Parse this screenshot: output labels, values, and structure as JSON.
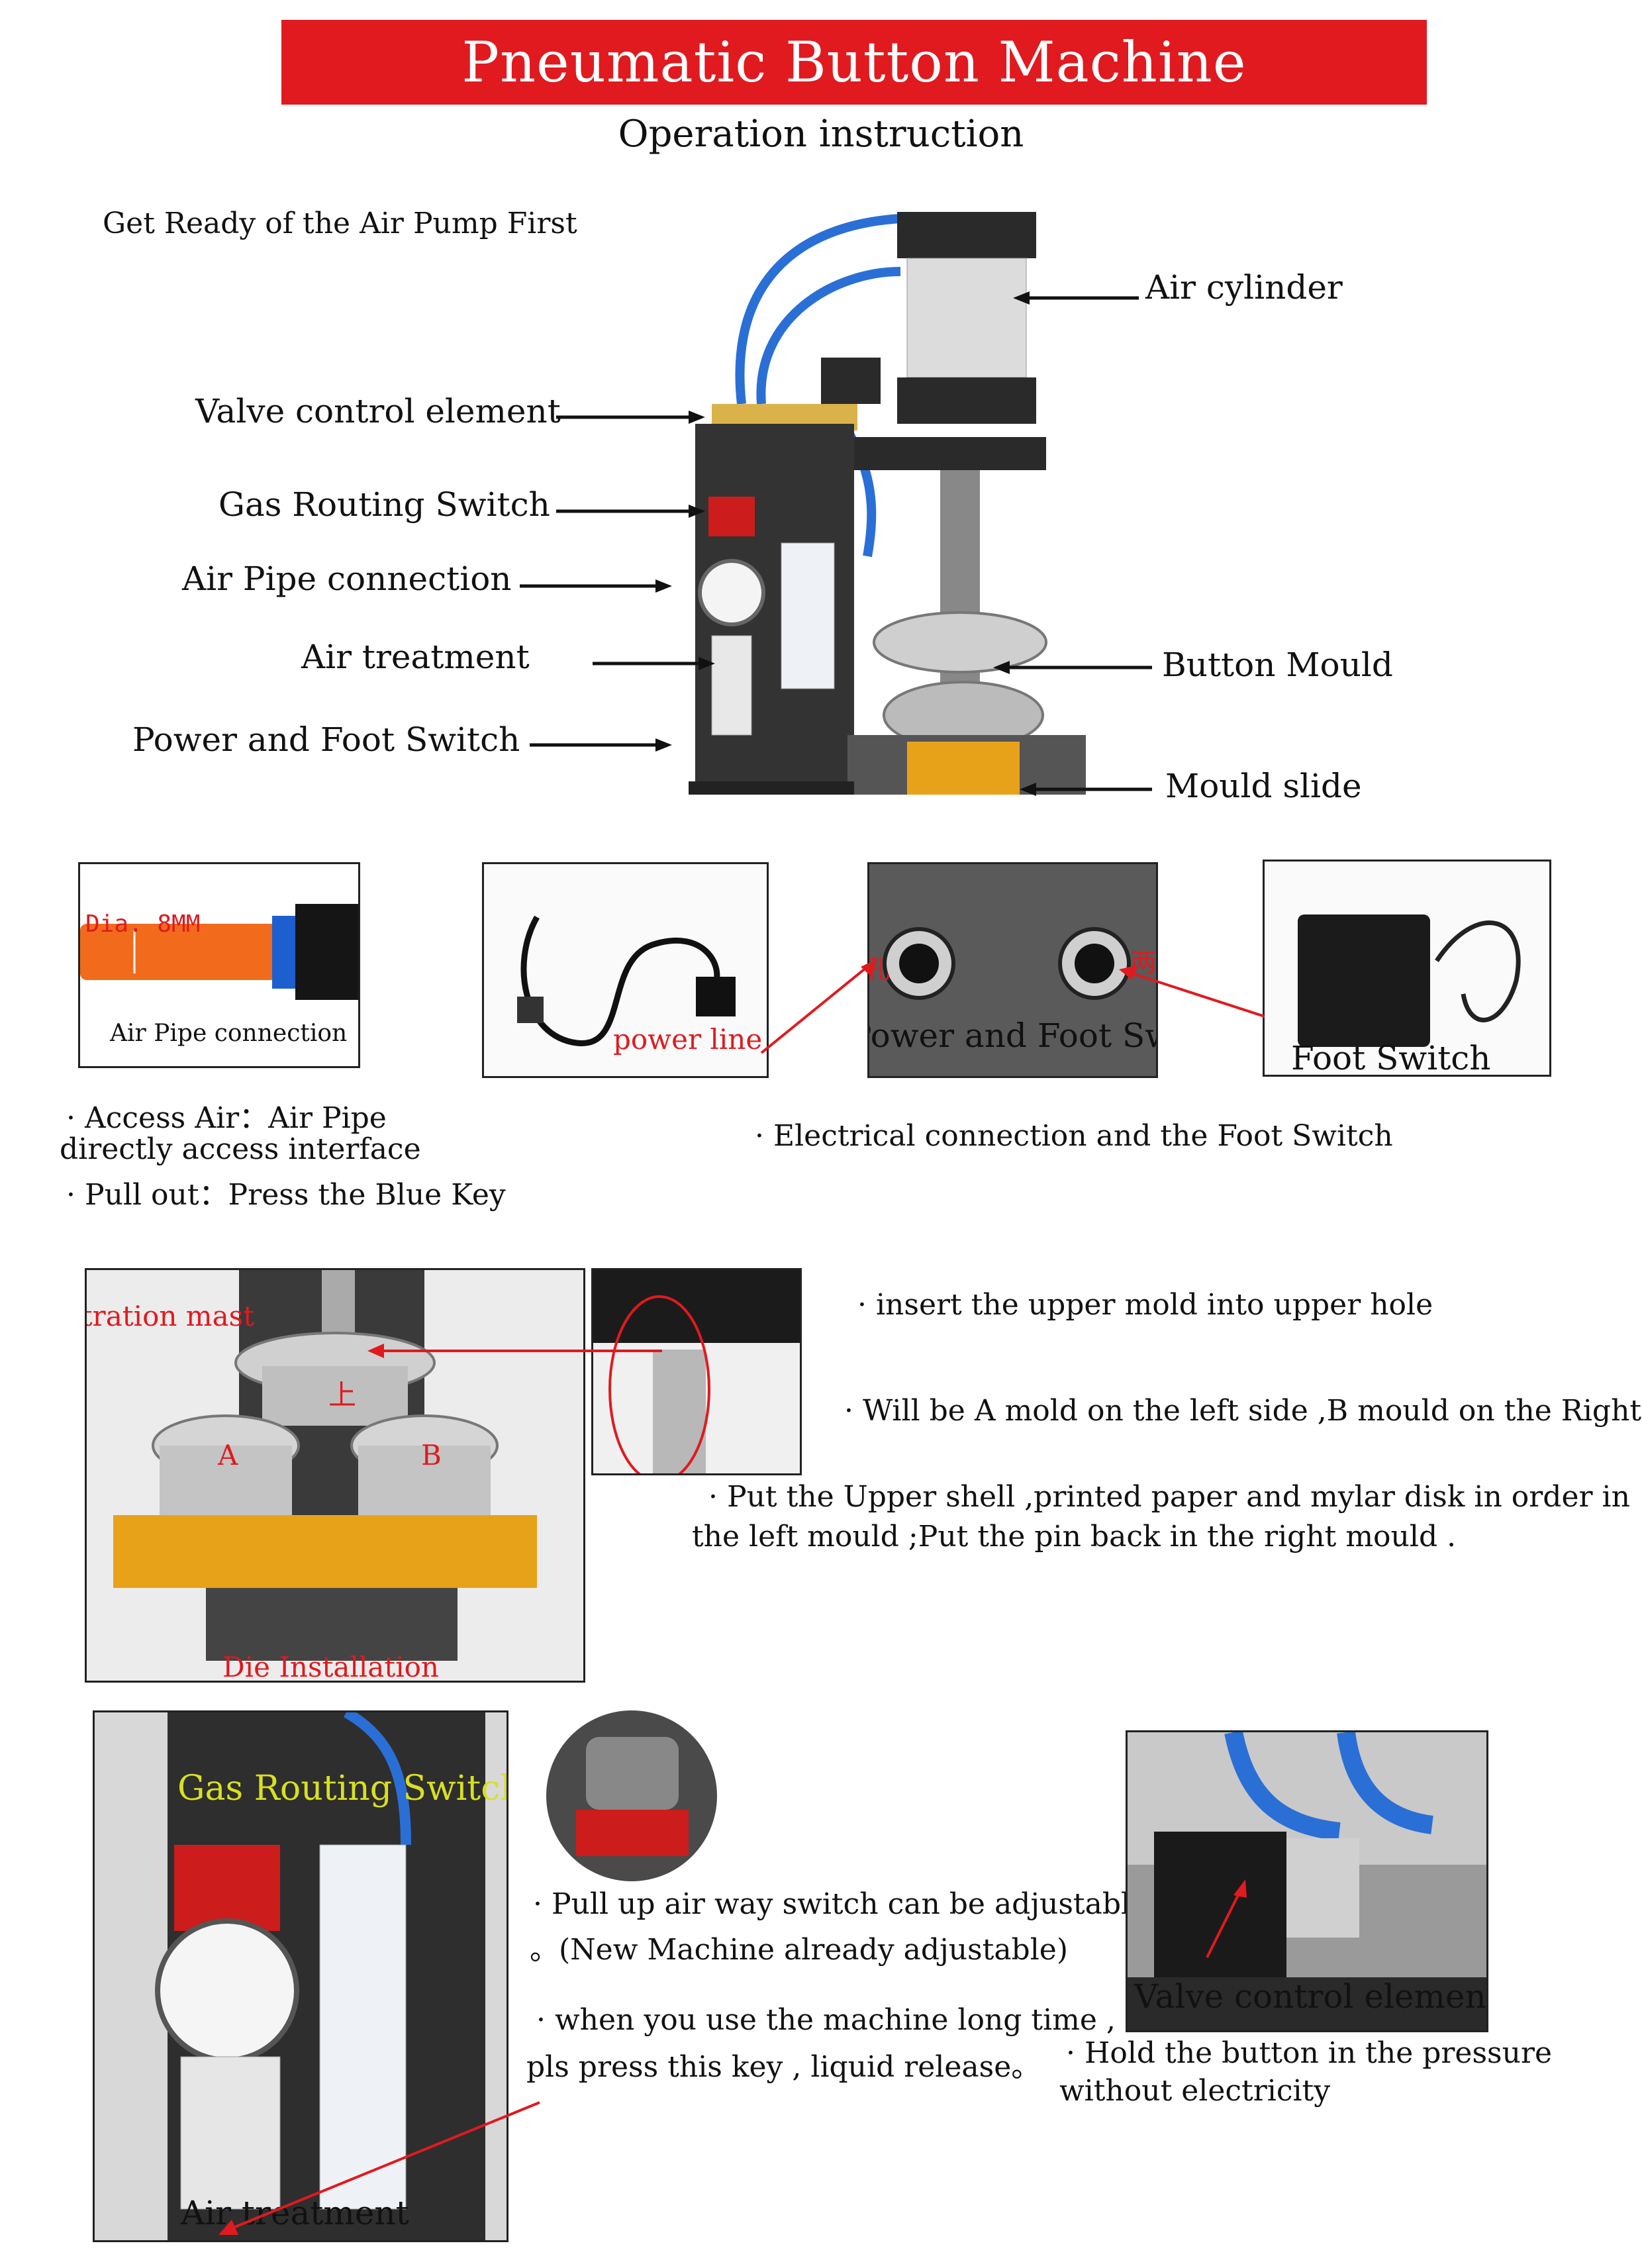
{
  "header": {
    "title": "Pneumatic Button Machine",
    "subtitle": "Operation instruction"
  },
  "intro": "Get Ready of the Air Pump First",
  "main_labels": {
    "air_cylinder": "Air cylinder",
    "valve_control": "Valve control element",
    "gas_routing": "Gas Routing Switch",
    "air_pipe": "Air Pipe connection",
    "air_treatment": "Air treatment",
    "power_foot": "Power and Foot Switch",
    "button_mould": "Button Mould",
    "mould_slide": "Mould slide"
  },
  "row2": {
    "pipe_photo": {
      "dia": "Dia. 8MM",
      "caption": "Air Pipe connection"
    },
    "power_photo": {
      "caption": "power line"
    },
    "socket_photo": {
      "left": "三孔",
      "right": "两孔",
      "caption": "Power and Foot Switch"
    },
    "foot_photo": {
      "caption": "Foot Switch"
    },
    "access_text": [
      "· Access Air：Air Pipe",
      "directly access interface",
      "· Pull out：Press the Blue Key"
    ],
    "electrical_text": "· Electrical connection  and the Foot Switch"
  },
  "row3": {
    "registration": "registration mast",
    "upper_mark": "上",
    "mould_a": "A",
    "mould_b": "B",
    "die_caption": "Die Installation",
    "step1": "· insert the upper mold into upper hole",
    "step2": "· Will be A mold on the left side ,B mould on the Right",
    "step3": [
      "· Put the Upper shell ,printed paper and mylar disk in order in",
      "the left mould ;Put the pin back in the right mould ."
    ]
  },
  "row4": {
    "gas_label": "Gas Routing Switch",
    "air_treatment_label": "Air treatment",
    "pull_text": [
      "· Pull up air way switch can be adjustable",
      "。(New Machine already adjustable)"
    ],
    "long_time_text": [
      "· when you use the machine long time ,",
      "pls press this key , liquid release。"
    ],
    "valve_caption": "Valve control element",
    "hold_text": [
      "· Hold the button in the pressure",
      "without electricity"
    ]
  },
  "colors": {
    "title_red": "#e01a1f",
    "label_yellow": "#d8e020",
    "pipe_blue": "#2a6fd6",
    "gold": "#e8a21a"
  }
}
